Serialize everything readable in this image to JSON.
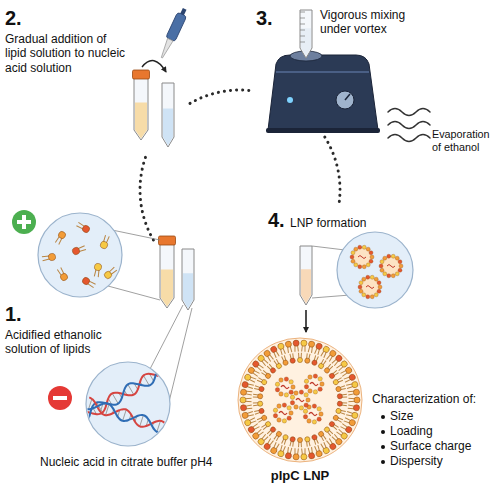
{
  "diagram": {
    "labels": [
      "2.",
      "Gradual addition of lipid solution to nucleic acid solution",
      "3.",
      "Vigorous mixing under vortex",
      "Evaporation of ethanol",
      "1.",
      "Acidified ethanolic solution of lipids",
      "Nucleic acid in citrate buffer pH4",
      "4.",
      "LNP formation",
      "Characterization of:",
      "Size",
      "Loading",
      "Surface charge",
      "Dispersity",
      "pIpC LNP"
    ]
  }
}
